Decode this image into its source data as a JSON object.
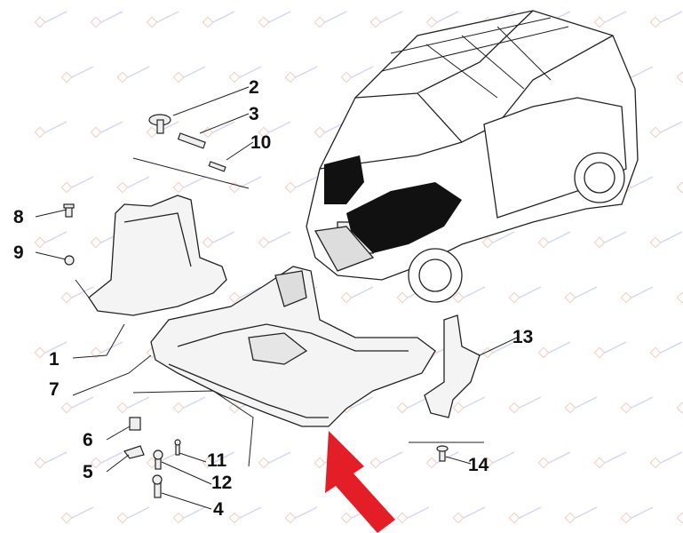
{
  "diagram": {
    "watermark_logo": "parts-logo-watermark",
    "callouts": [
      {
        "id": "2",
        "label": "2"
      },
      {
        "id": "3",
        "label": "3"
      },
      {
        "id": "10",
        "label": "10"
      },
      {
        "id": "8",
        "label": "8"
      },
      {
        "id": "9",
        "label": "9"
      },
      {
        "id": "1",
        "label": "1"
      },
      {
        "id": "7",
        "label": "7"
      },
      {
        "id": "6",
        "label": "6"
      },
      {
        "id": "5",
        "label": "5"
      },
      {
        "id": "11",
        "label": "11"
      },
      {
        "id": "12",
        "label": "12"
      },
      {
        "id": "4",
        "label": "4"
      },
      {
        "id": "13",
        "label": "13"
      },
      {
        "id": "14",
        "label": "14"
      }
    ],
    "colors": {
      "line": "#111111",
      "arrow": "#e41e26",
      "part_fill": "#f4f4f4",
      "dark_patch": "#111111"
    }
  }
}
